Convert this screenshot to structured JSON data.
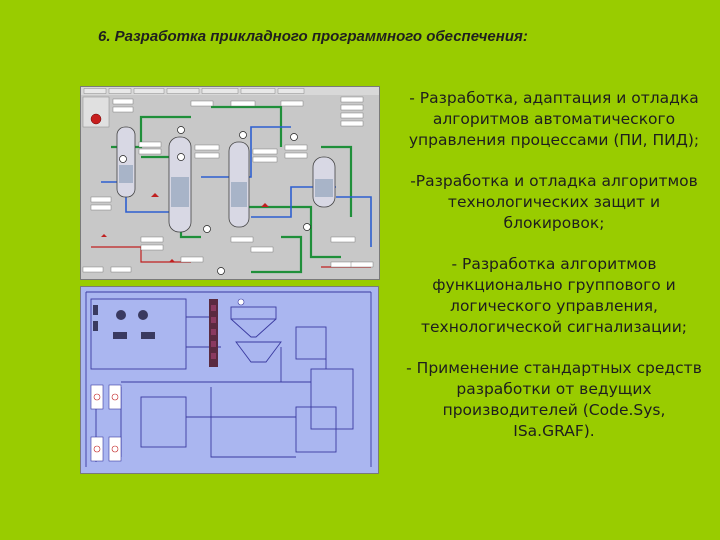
{
  "slide": {
    "title": "6. Разработка прикладного программного обеспечения:",
    "items": [
      "- Разработка, адаптация и отладка алгоритмов автоматического управления процессами (ПИ, ПИД);",
      "-Разработка и отладка алгоритмов технологических защит и блокировок;",
      "- Разработка алгоритмов функционально группового и логического управления, технологической сигнализации;",
      "- Применение стандартных средств разработки от ведущих производителей (Code.Sys, ISa.GRAF)."
    ]
  },
  "scada_screenshot": {
    "bg_color": "#c8c8c8",
    "pipe_colors": [
      "#1f8f3a",
      "#2e5fd0",
      "#c02020"
    ]
  },
  "schematic_screenshot": {
    "bg_color": "#aab6f0",
    "line_color": "#3a3aa0"
  }
}
